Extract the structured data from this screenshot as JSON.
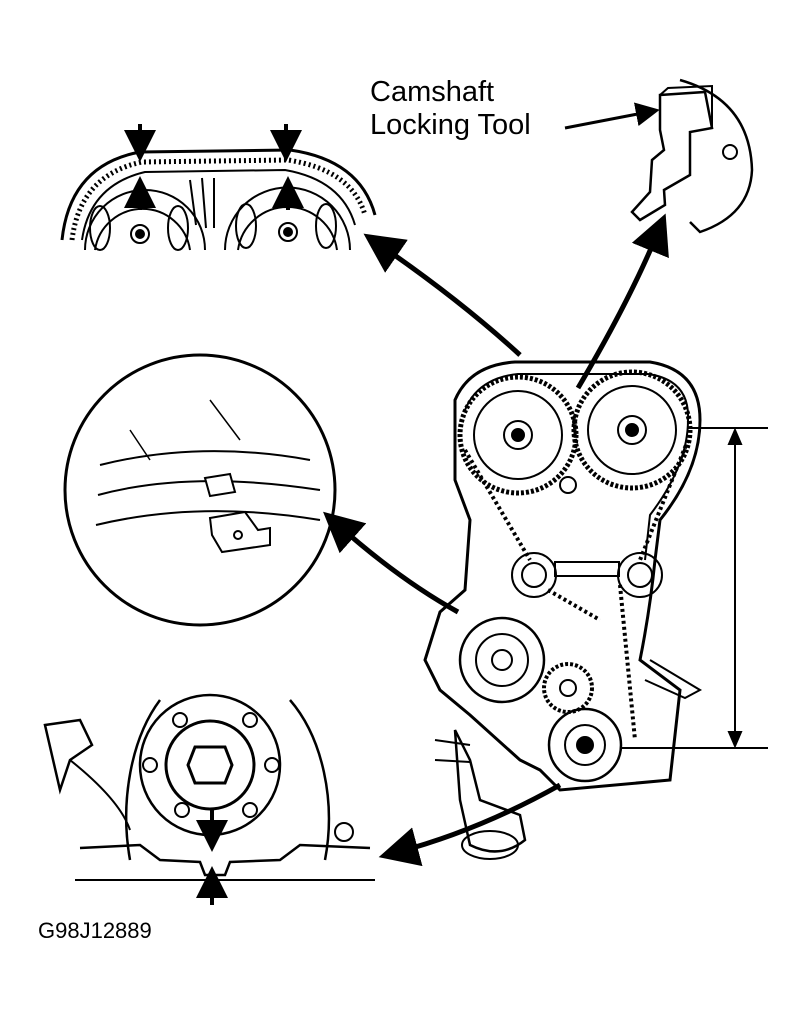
{
  "labels": {
    "tool_line1": "Camshaft",
    "tool_line2": "Locking Tool",
    "figure_id": "G98J12889"
  },
  "colors": {
    "ink": "#000000",
    "paper": "#ffffff"
  }
}
